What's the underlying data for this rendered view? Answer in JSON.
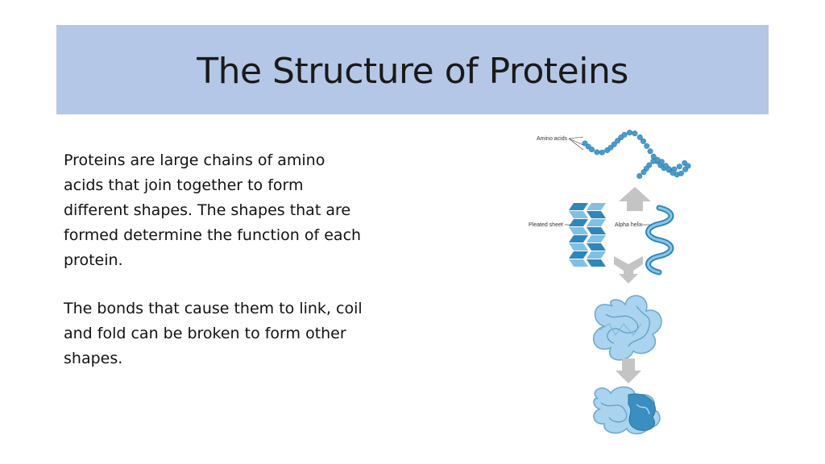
{
  "slide": {
    "title": "The Structure of Proteins",
    "paragraphs": [
      "Proteins are large chains of amino\nacids that join together to form\ndifferent shapes. The shapes that are\nformed determine the function of each\nprotein.",
      "The bonds that cause them to link, coil\nand fold can be broken to form other\nshapes."
    ]
  },
  "figure": {
    "labels": {
      "amino_acids": "Amino acids",
      "pleated_sheet": "Pleated sheet",
      "alpha_helix": "Alpha helix"
    },
    "colors": {
      "bead": "#4a9ccc",
      "bead_stroke": "#2f7fb0",
      "sheet_dark": "#2f86b8",
      "sheet_light": "#7fc0e4",
      "arrow": "#b9b9b9",
      "tertiary": "#a9d3ee",
      "quaternary_dark": "#3b8fc0"
    }
  }
}
